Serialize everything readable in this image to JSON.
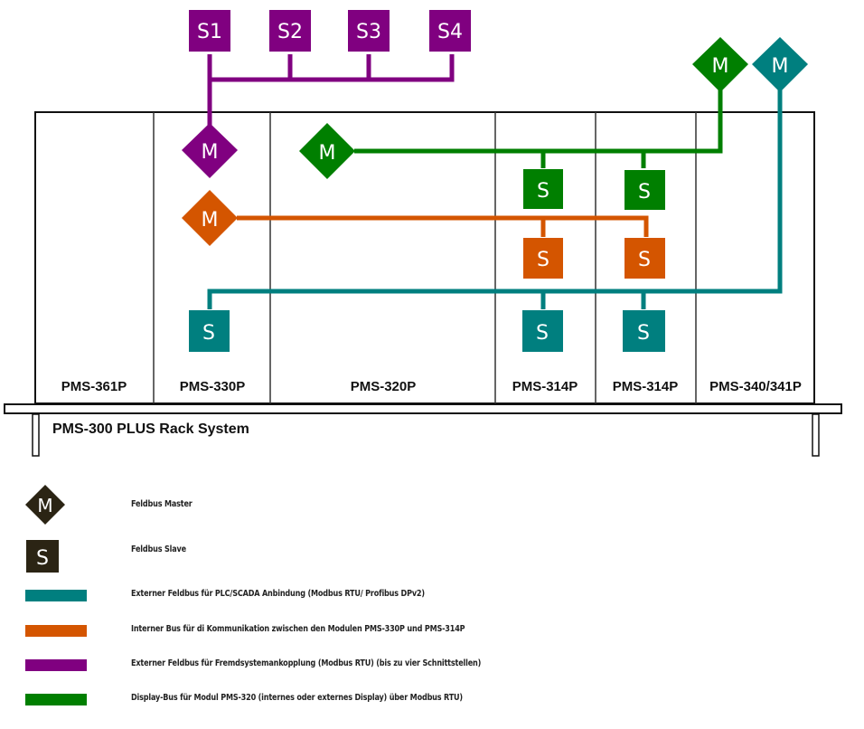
{
  "colors": {
    "teal": "#007F7F",
    "orange": "#D45500",
    "purple": "#800080",
    "green": "#007F00",
    "legend_dark": "#2B2414",
    "frame": "#111111"
  },
  "rack": {
    "title": "PMS-300 PLUS Rack System",
    "modules": [
      "PMS-361P",
      "PMS-330P",
      "PMS-320P",
      "PMS-314P",
      "PMS-314P",
      "PMS-340/341P"
    ]
  },
  "external_slaves": {
    "labels": [
      "S1",
      "S2",
      "S3",
      "S4"
    ]
  },
  "nodes": {
    "master_label": "M",
    "slave_label": "S"
  },
  "legend": {
    "items": [
      {
        "symbol": "master-diamond",
        "text": "Feldbus Master"
      },
      {
        "symbol": "slave-square",
        "text": "Feldbus Slave"
      },
      {
        "symbol": "teal-bus",
        "text": "Externer Feldbus für PLC/SCADA Anbindung (Modbus RTU/ Profibus DPv2)"
      },
      {
        "symbol": "orange-bus",
        "text": "Interner Bus für di Kommunikation zwischen den Modulen PMS-330P und PMS-314P"
      },
      {
        "symbol": "purple-bus",
        "text": "Externer Feldbus für Fremdsystemankopplung (Modbus RTU) (bis zu vier Schnittstellen)"
      },
      {
        "symbol": "green-bus",
        "text": "Display-Bus für Modul PMS-320 (internes oder externes Display) über Modbus RTU)"
      }
    ]
  }
}
